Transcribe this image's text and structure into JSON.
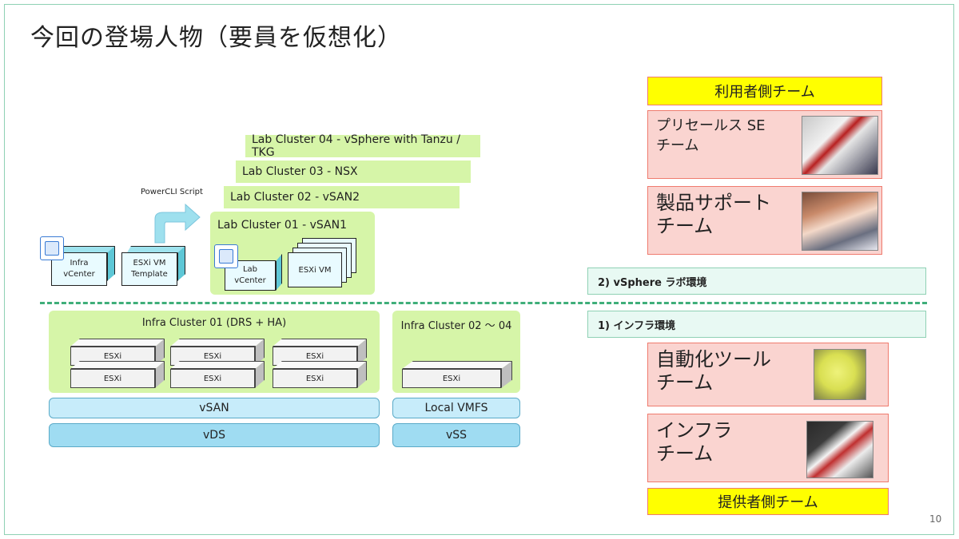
{
  "title": "今回の登場人物（要員を仮想化）",
  "lab_clusters": [
    "Lab Cluster 04 - vSphere with Tanzu / TKG",
    "Lab Cluster 03 - NSX",
    "Lab Cluster 02 - vSAN2",
    "Lab Cluster 01 - vSAN1"
  ],
  "powercli": "PowerCLI Script",
  "infra_vcenter": "Infra\nvCenter",
  "esxi_template": "ESXi VM\nTemplate",
  "lab_vcenter": "Lab\nvCenter",
  "esxi_vm": "ESXi VM",
  "infra_cluster01": "Infra Cluster 01 (DRS + HA)",
  "infra_cluster02": "Infra Cluster 02 ～ 04",
  "esxi": "ESXi",
  "vsan": "vSAN",
  "vds": "vDS",
  "local_vmfs": "Local VMFS",
  "vss": "vSS",
  "user_team": "利用者側チーム",
  "presales": "プリセールス SE\nチーム",
  "support": "製品サポート\nチーム",
  "env2": "2) vSphere ラボ環境",
  "env1": "1) インフラ環境",
  "automation": "自動化ツール\nチーム",
  "infra_team": "インフラ\nチーム",
  "provider_team": "提供者側チーム",
  "page_number": "10"
}
